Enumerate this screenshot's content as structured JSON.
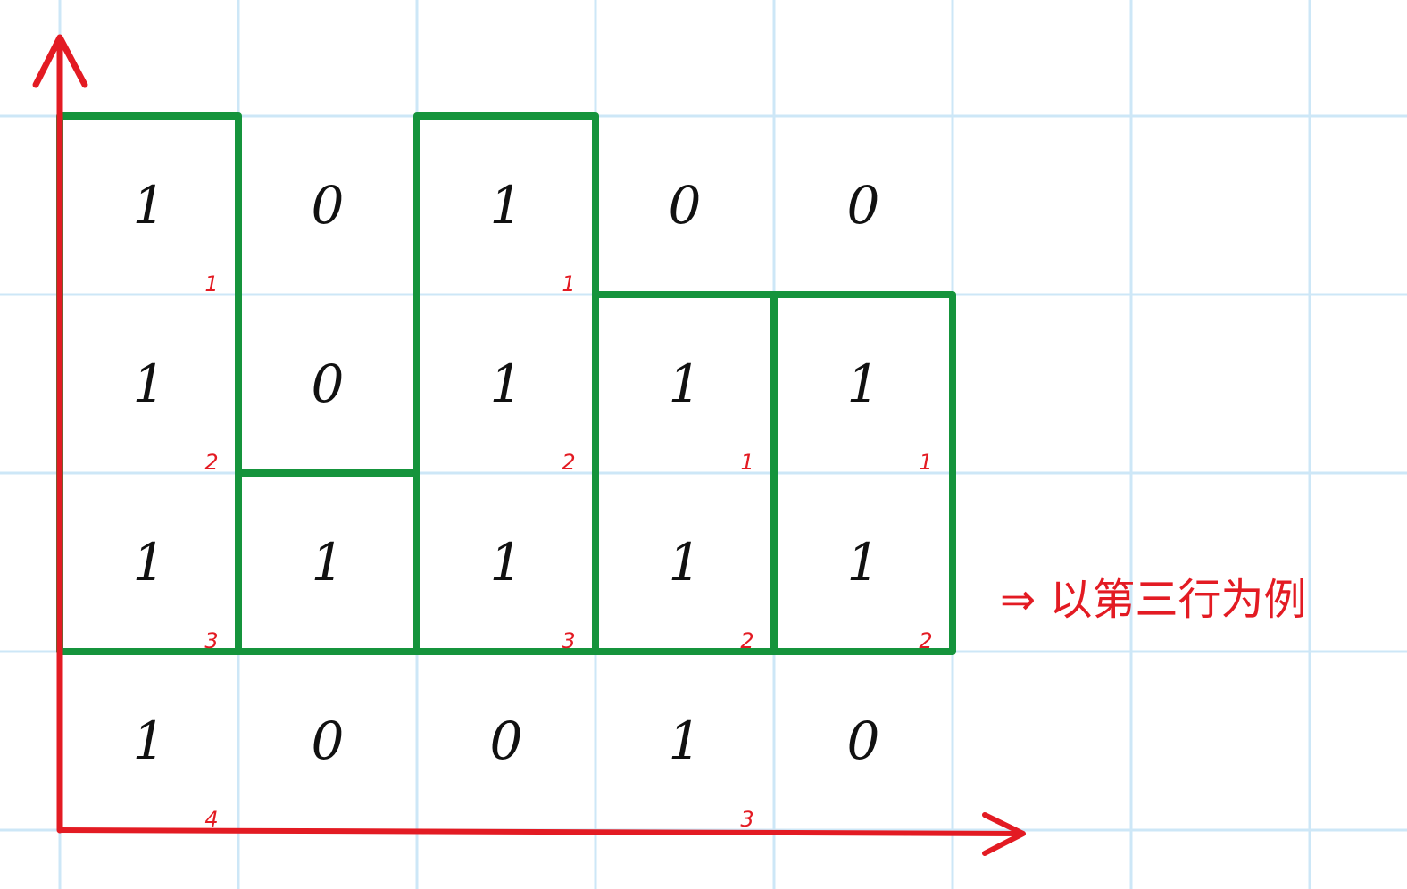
{
  "colors": {
    "grid": "#cde7f7",
    "axis": "#e31b23",
    "rect": "#15943c",
    "label": "#e31b23",
    "digit": "#111111"
  },
  "matrix": [
    [
      "1",
      "0",
      "1",
      "0",
      "0"
    ],
    [
      "1",
      "0",
      "1",
      "1",
      "1"
    ],
    [
      "1",
      "1",
      "1",
      "1",
      "1"
    ],
    [
      "1",
      "0",
      "0",
      "1",
      "0"
    ]
  ],
  "height_labels": [
    {
      "row": 0,
      "col": 0,
      "text": "1"
    },
    {
      "row": 1,
      "col": 0,
      "text": "2"
    },
    {
      "row": 2,
      "col": 0,
      "text": "3"
    },
    {
      "row": 3,
      "col": 0,
      "text": "4"
    },
    {
      "row": 0,
      "col": 2,
      "text": "1"
    },
    {
      "row": 1,
      "col": 2,
      "text": "2"
    },
    {
      "row": 2,
      "col": 2,
      "text": "3"
    },
    {
      "row": 1,
      "col": 3,
      "text": "1"
    },
    {
      "row": 2,
      "col": 3,
      "text": "2"
    },
    {
      "row": 3,
      "col": 3,
      "text": "3"
    },
    {
      "row": 1,
      "col": 4,
      "text": "1"
    },
    {
      "row": 2,
      "col": 4,
      "text": "2"
    }
  ],
  "highlight": {
    "base_row": 2,
    "heights": [
      3,
      1,
      3,
      2,
      2
    ]
  },
  "note": "⇒ 以第三行为例"
}
